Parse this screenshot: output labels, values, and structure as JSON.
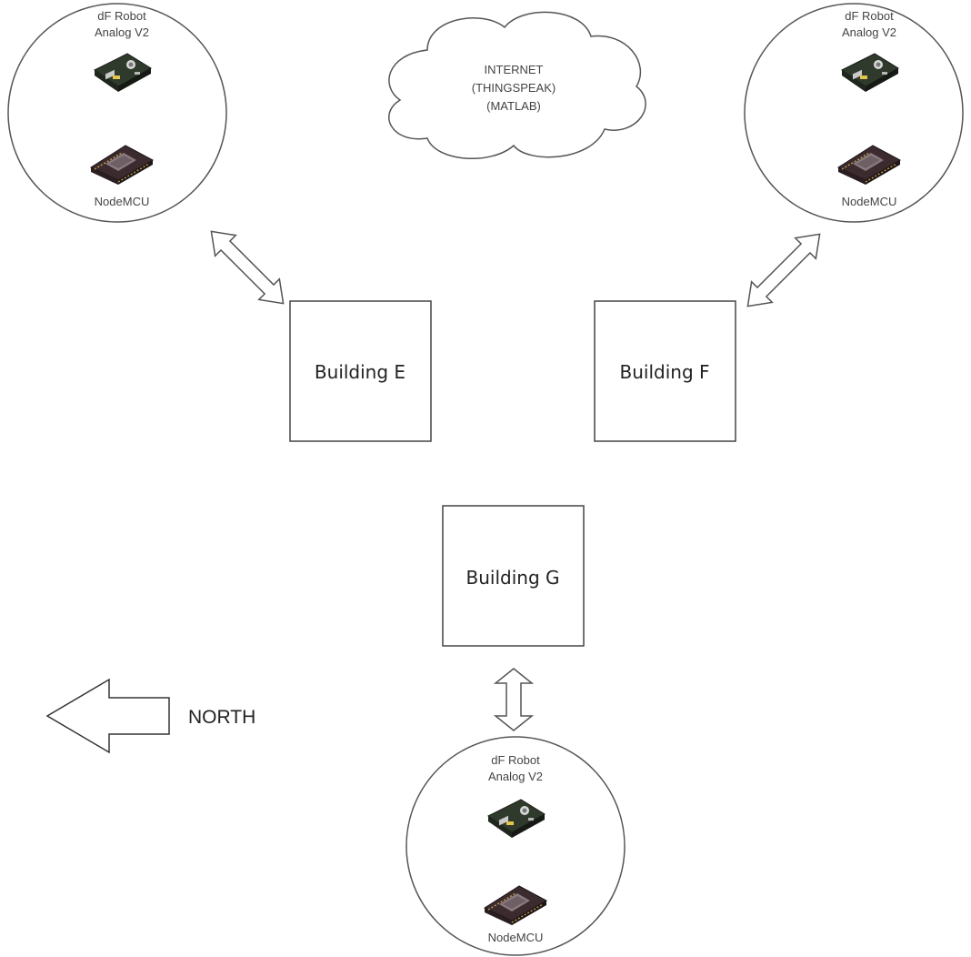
{
  "cloud": {
    "lines": [
      "INTERNET",
      "(THINGSPEAK)",
      "(MATLAB)"
    ]
  },
  "nodes": [
    {
      "top_label_1": "dF Robot",
      "top_label_2": "Analog V2",
      "bottom_label": "NodeMCU"
    },
    {
      "top_label_1": "dF Robot",
      "top_label_2": "Analog V2",
      "bottom_label": "NodeMCU"
    },
    {
      "top_label_1": "dF Robot",
      "top_label_2": "Analog V2",
      "bottom_label": "NodeMCU"
    }
  ],
  "buildings": [
    {
      "label": "Building E"
    },
    {
      "label": "Building F"
    },
    {
      "label": "Building G"
    }
  ],
  "compass": {
    "label": "NORTH"
  }
}
